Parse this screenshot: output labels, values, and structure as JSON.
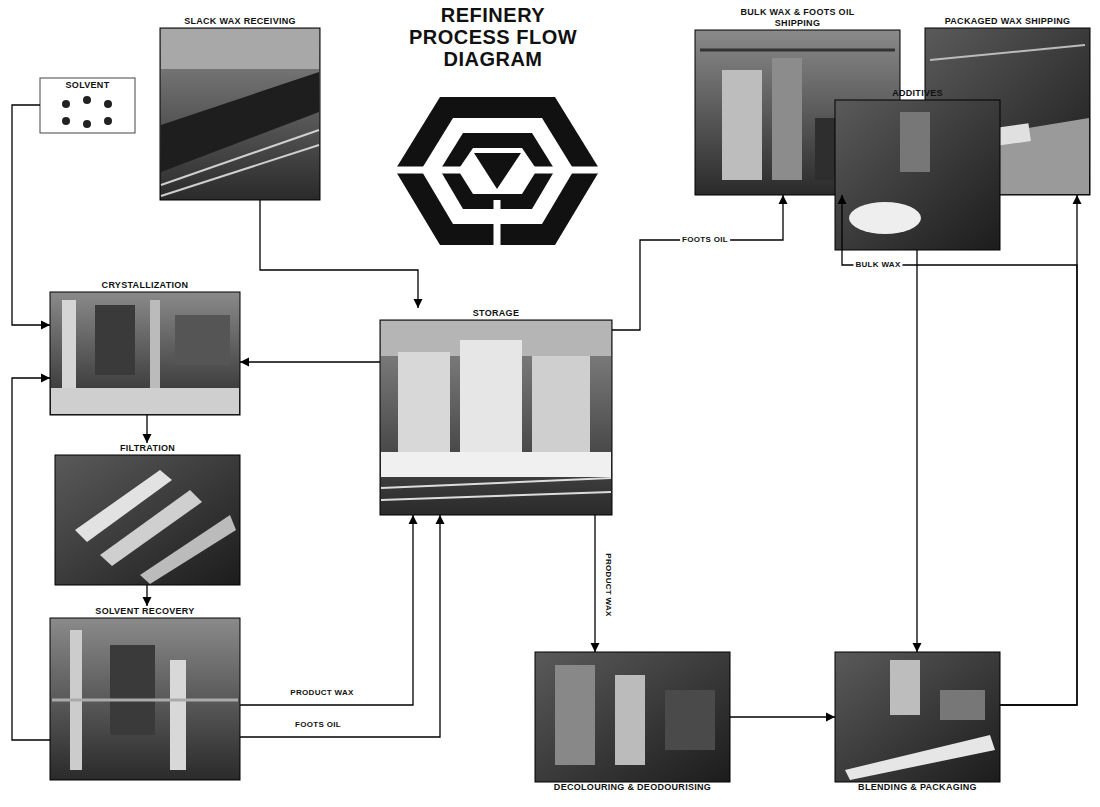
{
  "diagram": {
    "title": "REFINERY PROCESS FLOW DIAGRAM",
    "nodes": [
      {
        "text": [
          "SLACK WAX RECEIVING"
        ]
      },
      {
        "text": [
          "BULK WAX & FOOTS OIL SHIPPING"
        ]
      },
      {
        "text": [
          "PACKAGED WAX SHIPPING"
        ]
      },
      {
        "text": [
          "SOLVENT"
        ]
      },
      {
        "text": [
          "CRYSTALLIZATION"
        ]
      },
      {
        "text": [
          "STORAGE"
        ]
      },
      {
        "text": [
          "ADDITIVES"
        ]
      },
      {
        "text": [
          "FILTRATION"
        ]
      },
      {
        "text": [
          "SOLVENT RECOVERY"
        ]
      },
      {
        "text": [
          "DECOLOURING & DEODOURISING"
        ]
      },
      {
        "text": [
          "BLENDING & PACKAGING"
        ]
      }
    ],
    "edges": [
      {
        "from": 3,
        "to": 4,
        "arrow": "to"
      },
      {
        "from": 0,
        "to": 5,
        "arrow": "to"
      },
      {
        "from": 5,
        "to": 4,
        "arrow": "to"
      },
      {
        "from": 4,
        "to": 7,
        "arrow": "to"
      },
      {
        "from": 7,
        "to": 8,
        "arrow": "to"
      },
      {
        "from": 8,
        "to": 4,
        "arrow": "to"
      },
      {
        "from": 8,
        "to": 5,
        "label": "PRODUCT WAX",
        "arrow": "to"
      },
      {
        "from": 8,
        "to": 5,
        "label": "FOOTS OIL",
        "arrow": "to"
      },
      {
        "from": 5,
        "to": 1,
        "label": "FOOTS OIL",
        "arrow": "to"
      },
      {
        "from": 5,
        "to": 9,
        "label": "PRODUCT WAX",
        "arrow": "to"
      },
      {
        "from": 9,
        "to": 10,
        "arrow": "to"
      },
      {
        "from": 6,
        "to": 10,
        "arrow": "to"
      },
      {
        "from": 10,
        "to": 1,
        "label": "BULK WAX",
        "arrow": "to"
      },
      {
        "from": 10,
        "to": 2,
        "arrow": "to"
      }
    ]
  }
}
